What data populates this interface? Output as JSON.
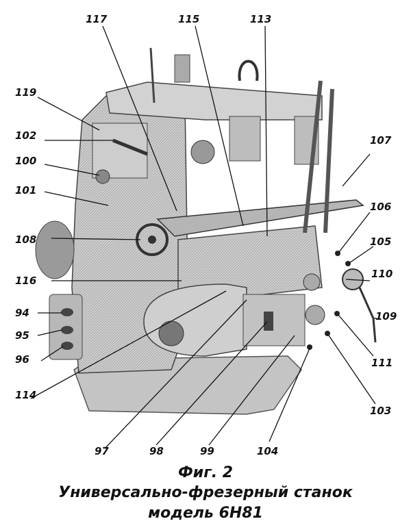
{
  "figure": {
    "number": "Фиг. 2",
    "title": "Универсально-фрезерный  станок",
    "model": "модель 6Н81"
  },
  "callouts": [
    {
      "id": "117"
    },
    {
      "id": "115"
    },
    {
      "id": "113"
    },
    {
      "id": "119"
    },
    {
      "id": "102"
    },
    {
      "id": "100"
    },
    {
      "id": "107"
    },
    {
      "id": "101"
    },
    {
      "id": "106"
    },
    {
      "id": "108"
    },
    {
      "id": "105"
    },
    {
      "id": "110"
    },
    {
      "id": "116"
    },
    {
      "id": "94"
    },
    {
      "id": "109"
    },
    {
      "id": "95"
    },
    {
      "id": "96"
    },
    {
      "id": "111"
    },
    {
      "id": "114"
    },
    {
      "id": "103"
    },
    {
      "id": "97"
    },
    {
      "id": "98"
    },
    {
      "id": "99"
    },
    {
      "id": "104"
    }
  ]
}
